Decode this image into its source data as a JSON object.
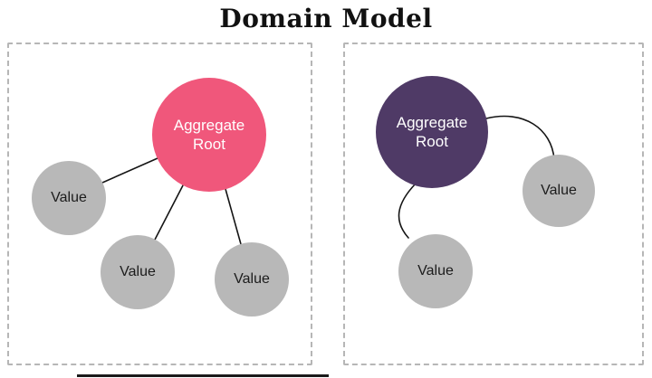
{
  "title": "Domain Model",
  "panels": [
    {
      "id": "left",
      "aggregate_root": {
        "label": "Aggregate Root",
        "color": "#f0577b"
      },
      "values": [
        {
          "label": "Value"
        },
        {
          "label": "Value"
        },
        {
          "label": "Value"
        }
      ]
    },
    {
      "id": "right",
      "aggregate_root": {
        "label": "Aggregate Root",
        "color": "#4f3a66"
      },
      "values": [
        {
          "label": "Value"
        },
        {
          "label": "Value"
        }
      ]
    }
  ],
  "colors": {
    "value_node": "#b8b8b8",
    "value_text": "#1c1c1c",
    "root_text": "#ffffff",
    "connector": "#141414",
    "panel_border": "#b6b6b6",
    "background": "#ffffff"
  }
}
